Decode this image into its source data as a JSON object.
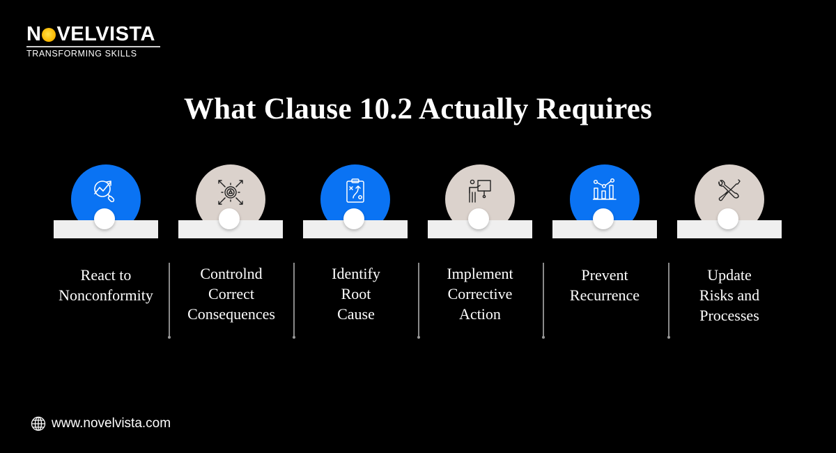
{
  "brand": {
    "name_prefix": "N",
    "name_suffix": "VELVISTA",
    "tagline": "TRANSFORMING SKILLS"
  },
  "title": "What Clause 10.2 Actually Requires",
  "colors": {
    "background": "#000000",
    "blue": "#0a73f3",
    "beige": "#dbd2cc",
    "bar": "#efefef",
    "text": "#ffffff"
  },
  "steps": [
    {
      "icon": "chart-analysis-magnifier-icon",
      "color": "blue",
      "label_lines": [
        "React to",
        "Nonconformity"
      ]
    },
    {
      "icon": "gear-warning-arrows-icon",
      "color": "beige",
      "label_lines": [
        "Controlnd",
        "Correct",
        "Consequences"
      ]
    },
    {
      "icon": "clipboard-strategy-icon",
      "color": "blue",
      "label_lines": [
        "Identify",
        "Root",
        "Cause"
      ]
    },
    {
      "icon": "presenter-board-icon",
      "color": "beige",
      "label_lines": [
        "Implement",
        "Corrective",
        "Action"
      ]
    },
    {
      "icon": "bar-chart-trend-icon",
      "color": "blue",
      "label_lines": [
        "Prevent",
        "Recurrence"
      ]
    },
    {
      "icon": "wrench-screwdriver-icon",
      "color": "beige",
      "label_lines": [
        "Update",
        "Risks and",
        "Processes"
      ]
    }
  ],
  "footer": {
    "icon": "globe-icon",
    "url": "www.novelvista.com"
  }
}
